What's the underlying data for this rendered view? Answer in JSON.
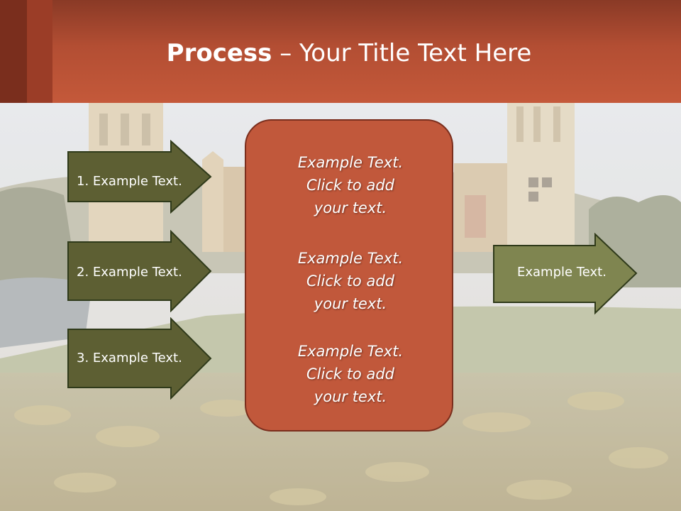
{
  "title": {
    "bold": "Process",
    "separator": " – ",
    "rest": "Your Title Text Here"
  },
  "inputs": [
    {
      "label": "1. Example Text."
    },
    {
      "label": "2. Example Text."
    },
    {
      "label": "3. Example Text."
    }
  ],
  "center_blocks": [
    {
      "lines": [
        "Example Text.",
        "Click  to add",
        "your text."
      ]
    },
    {
      "lines": [
        "Example Text.",
        "Click  to add",
        "your text."
      ]
    },
    {
      "lines": [
        "Example Text.",
        "Click  to add",
        "your text."
      ]
    }
  ],
  "output": {
    "label": "Example Text."
  },
  "colors": {
    "header": "#c4593a",
    "center_box": "#c1583b",
    "input_arrow": "#5d5f33",
    "output_arrow": "#7f8550",
    "outline": "#2f3a1a"
  }
}
